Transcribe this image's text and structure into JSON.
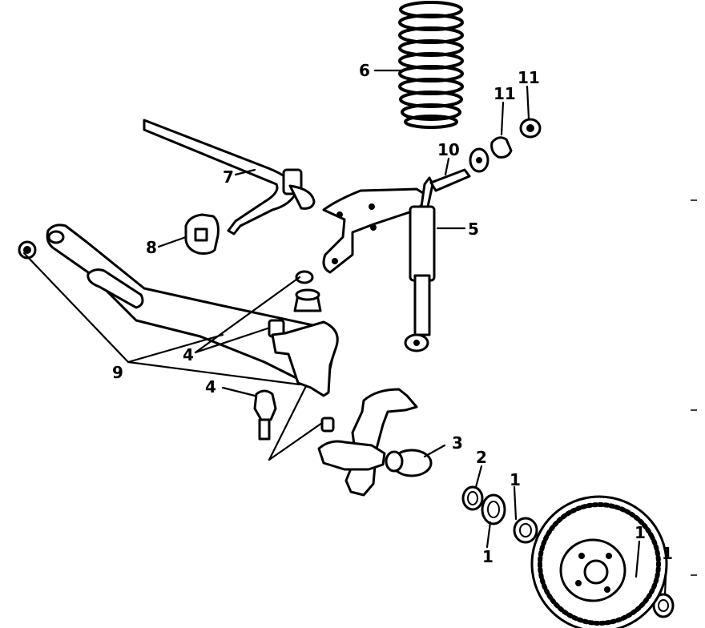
{
  "diagram": {
    "callouts": {
      "c1a": "1",
      "c1b": "1",
      "c1c": "1",
      "c1d": "1",
      "c2": "2",
      "c3": "3",
      "c4a": "4",
      "c4b": "4",
      "c5": "5",
      "c6": "6",
      "c7": "7",
      "c8": "8",
      "c9": "9",
      "c10": "10",
      "c11a": "11",
      "c11b": "11"
    }
  }
}
